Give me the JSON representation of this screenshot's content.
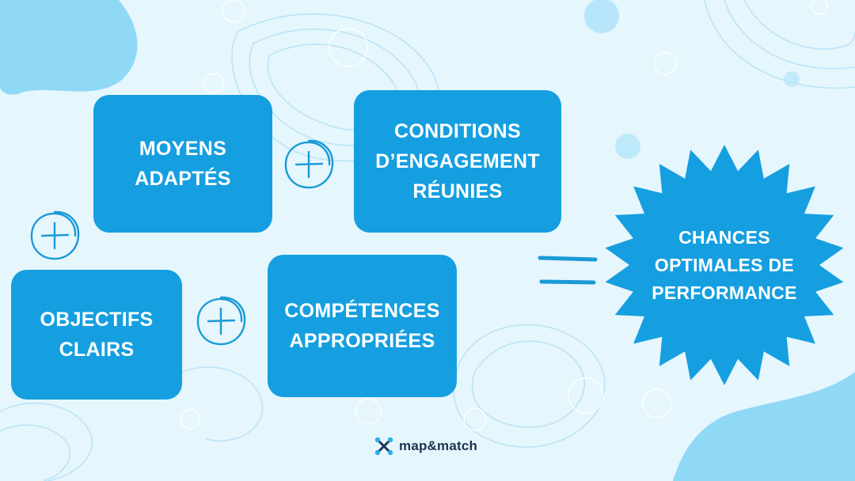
{
  "colors": {
    "background": "#e6f6fd",
    "box_fill": "#159fe0",
    "blob": "#8fd9f7",
    "operator_stroke": "#1a9ad6",
    "logo_text": "#1b3553",
    "logo_accent": "#29b0e8"
  },
  "boxes": {
    "moyens": {
      "label": "MOYENS\nADAPTÉS"
    },
    "conditions": {
      "label": "CONDITIONS\nD’ENGAGEMENT\nRÉUNIES"
    },
    "objectifs": {
      "label": "OBJECTIFS\nCLAIRS"
    },
    "competences": {
      "label": "COMPÉTENCES\nAPPROPRIÉES"
    }
  },
  "result": {
    "label": "CHANCES\nOPTIMALES DE\nPERFORMANCE"
  },
  "operators": {
    "plus_icon": "hand-drawn-plus-icon",
    "equals_icon": "equals-icon"
  },
  "logo": {
    "text": "map&match",
    "icon": "map-match-logo-icon"
  }
}
